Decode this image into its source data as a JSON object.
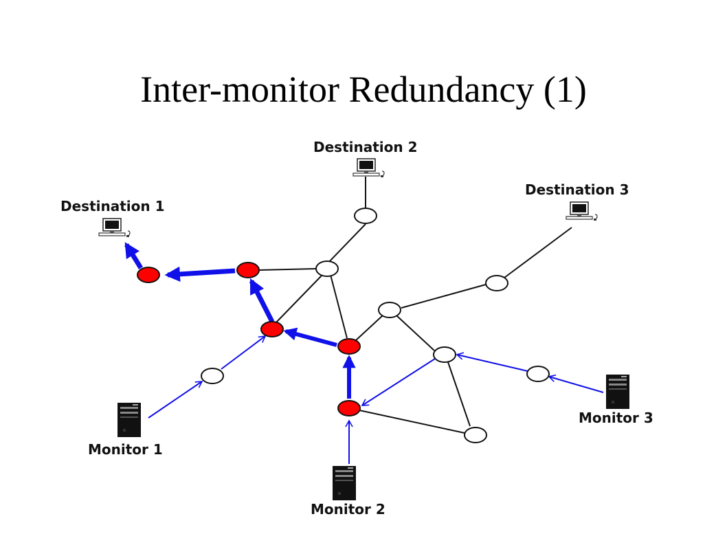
{
  "title": "Inter-monitor Redundancy (1)",
  "labels": {
    "destination_1": "Destination 1",
    "destination_2": "Destination 2",
    "destination_3": "Destination 3",
    "monitor_1": "Monitor 1",
    "monitor_2": "Monitor 2",
    "monitor_3": "Monitor 3"
  },
  "colors": {
    "path": "#1010e8",
    "node_active": "#ff0000",
    "node_idle": "#ffffff",
    "link": "#111111"
  },
  "icons": {
    "destination": "desktop-computer-icon",
    "monitor": "server-tower-icon"
  }
}
